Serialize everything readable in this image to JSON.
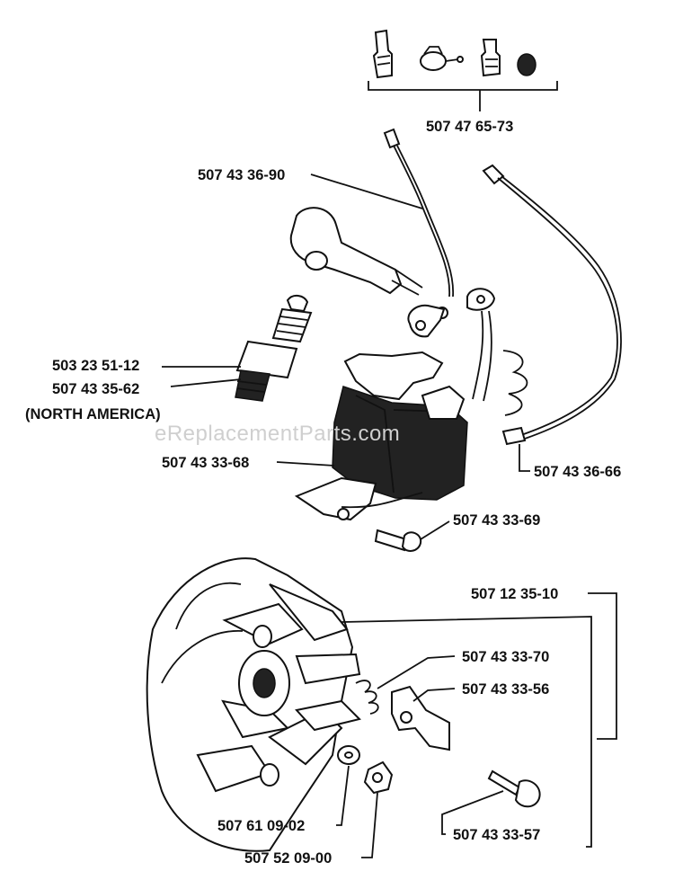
{
  "watermark": "eReplacementParts.com",
  "labels": {
    "spark_plug_accessories": "507 47 65-73",
    "ignition_lead_short": "507 43 36-90",
    "spark_plug": "503 23 51-12",
    "spark_plug_alt": "507 43 35-62",
    "region_note": "(NORTH AMERICA)",
    "ignition_module": "507 43 33-68",
    "ignition_lead_long": "507 43 36-66",
    "module_screw": "507 43 33-69",
    "pawl_kit": "507 12 35-10",
    "spring": "507 43 33-70",
    "pawl": "507 43 33-56",
    "washer": "507 61 09-02",
    "nut": "507 52 09-00",
    "pawl_screw": "507 43 33-57"
  }
}
